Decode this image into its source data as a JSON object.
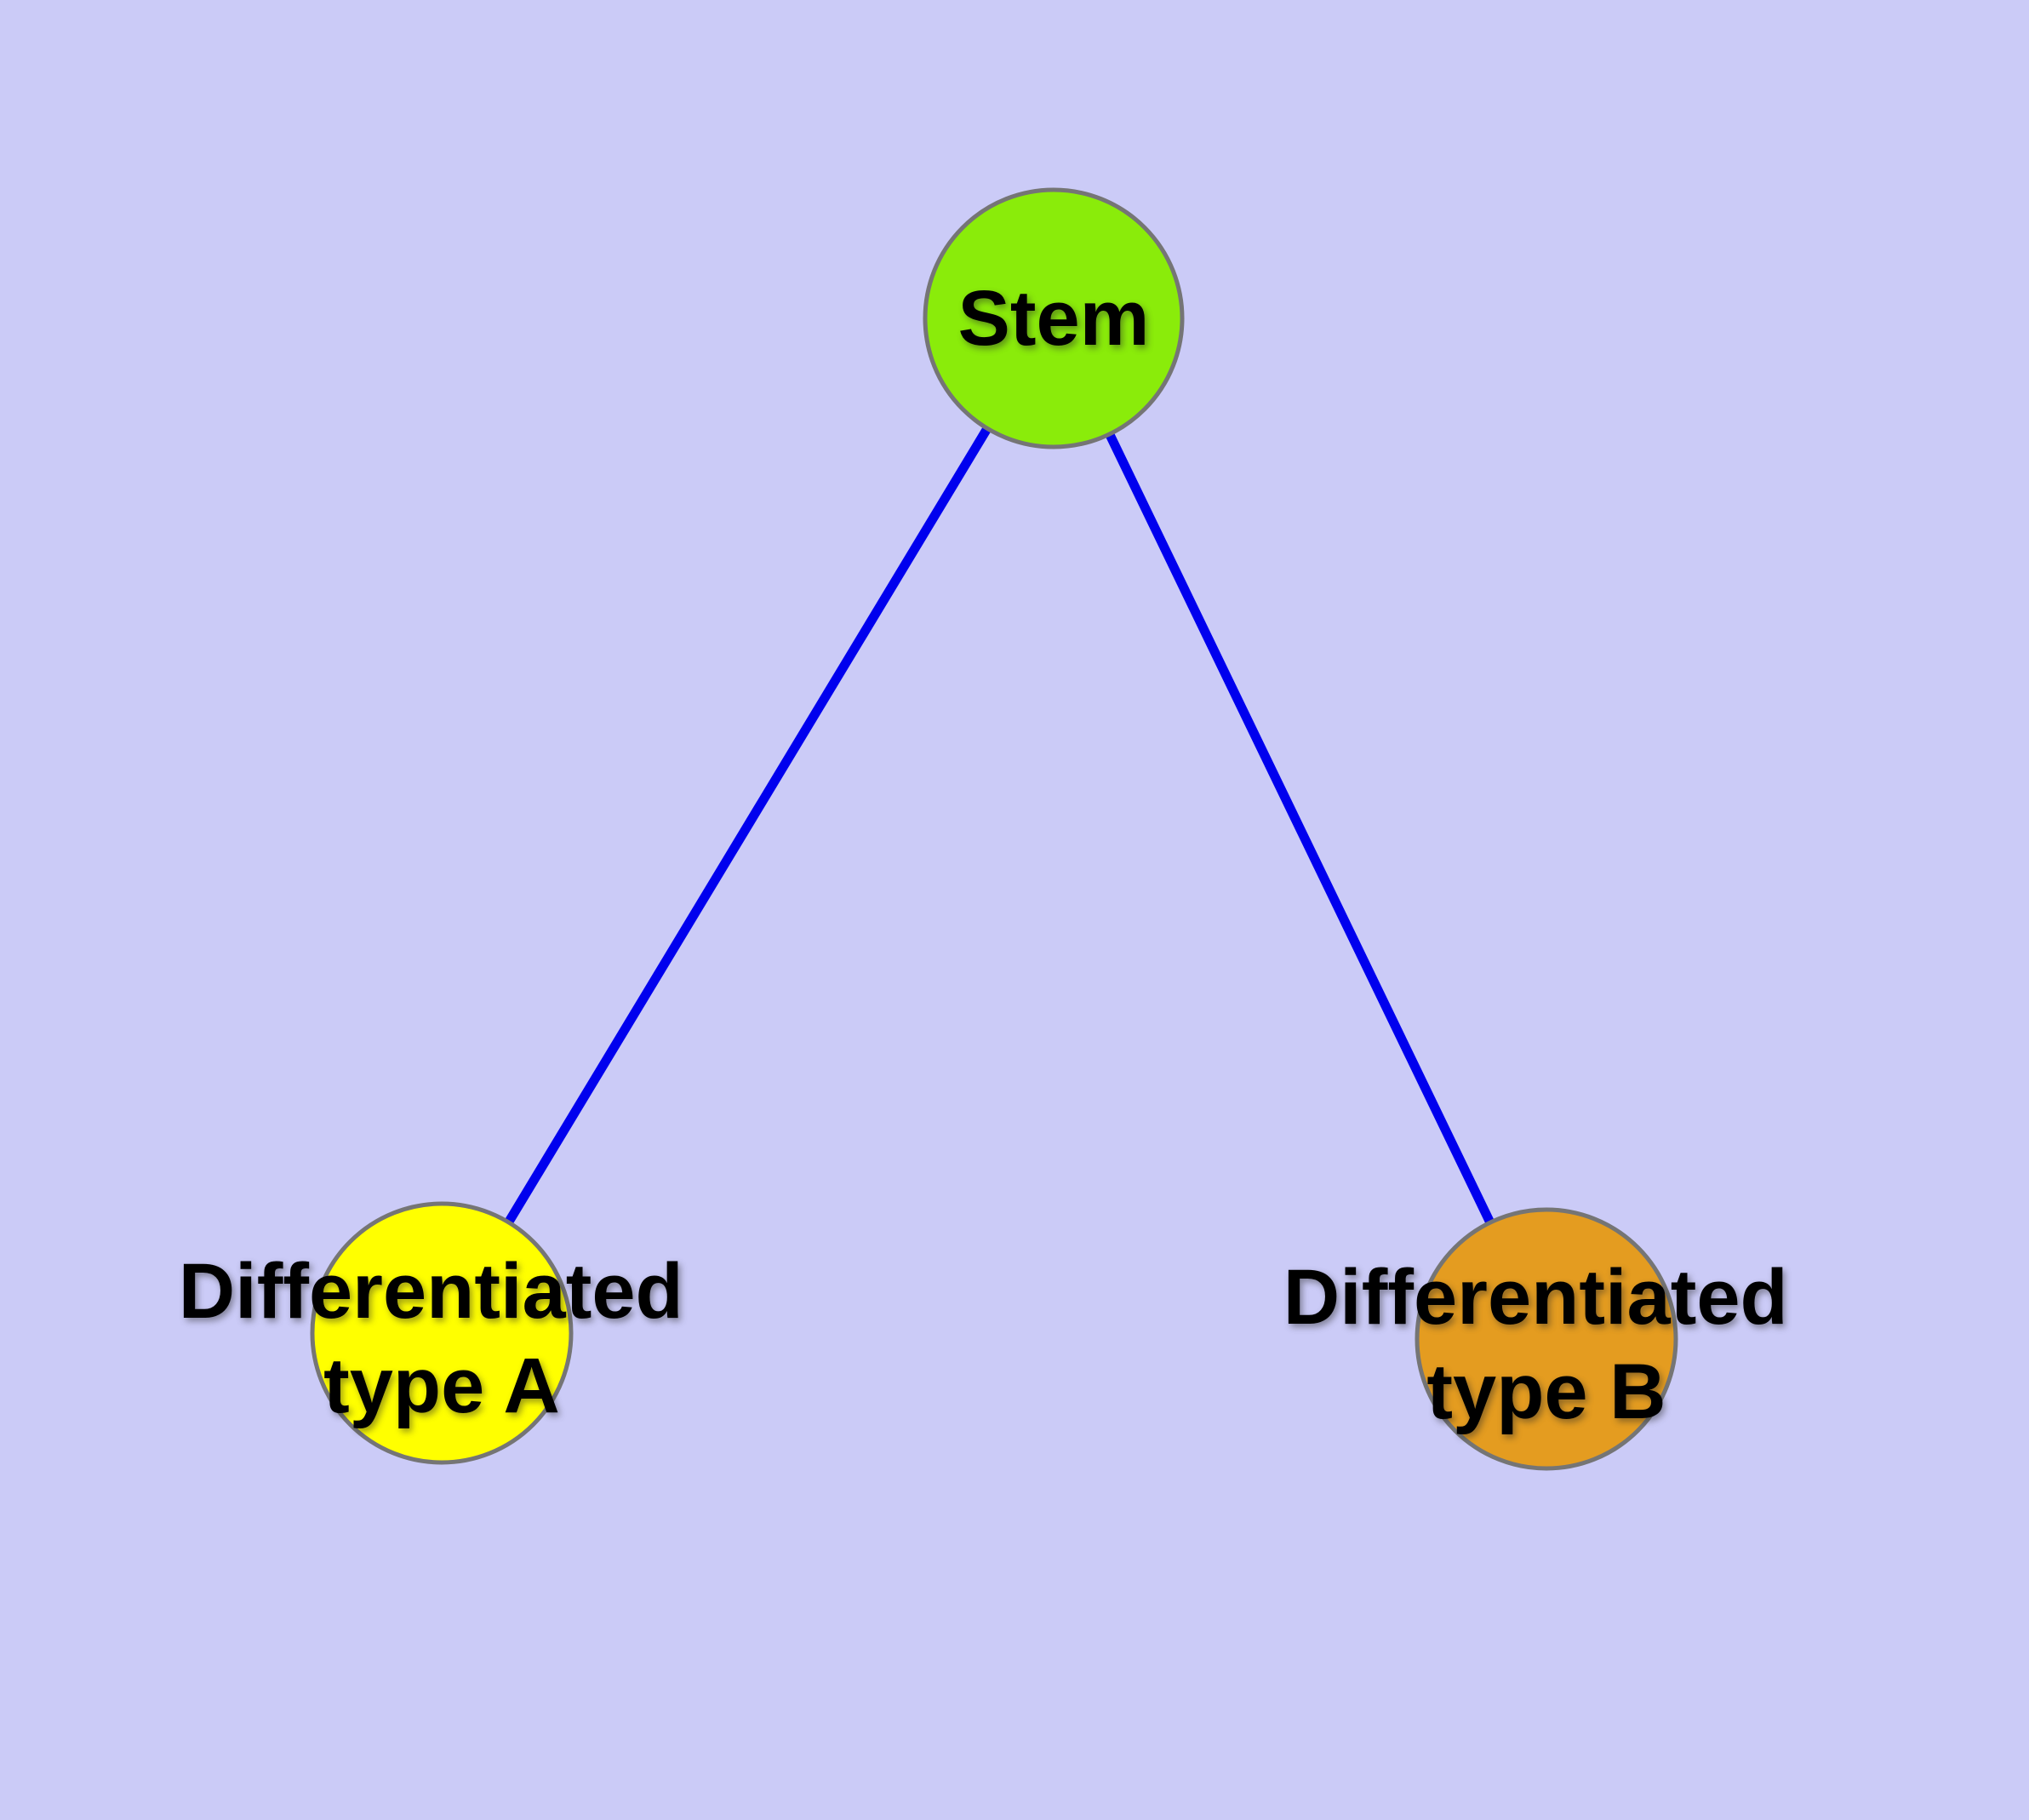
{
  "diagram": {
    "background_color": "#CBCBF7",
    "edge_color": "#0000EE",
    "node_border_color": "#757575",
    "label_color": "#000000",
    "nodes": [
      {
        "id": "stem",
        "label": "Stem",
        "fill": "#8AEC0A"
      },
      {
        "id": "differentiated-type-a",
        "label": "Differentiated type A",
        "label_lines": [
          "Differentiated",
          "type A"
        ],
        "fill": "#FFFF00"
      },
      {
        "id": "differentiated-type-b",
        "label": "Differentiated type B",
        "label_lines": [
          "Differentiated",
          "type B"
        ],
        "fill": "#E49C20"
      }
    ],
    "edges": [
      {
        "from": "stem",
        "to": "differentiated-type-a"
      },
      {
        "from": "stem",
        "to": "differentiated-type-b"
      }
    ]
  }
}
